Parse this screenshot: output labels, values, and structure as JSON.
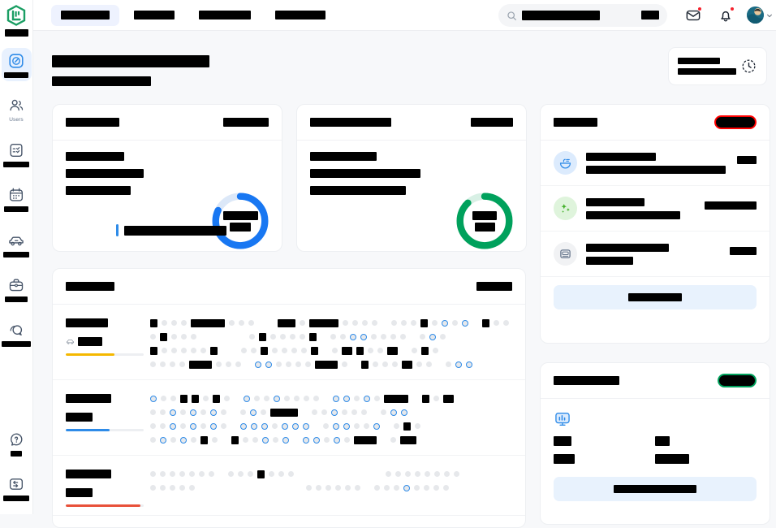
{
  "app": {
    "logo_name": "brand-hexagon-logo",
    "accent_blue": "#2E8BE8",
    "accent_green": "#00A15C",
    "alert_red": "#FF0000",
    "bg": "#F7F8FA"
  },
  "sidebar": {
    "brand_label_redacted": true,
    "items": [
      {
        "name": "dashboard",
        "icon": "compass-icon",
        "label": "",
        "redacted": true,
        "active": true
      },
      {
        "name": "users",
        "icon": "users-icon",
        "label": "Users",
        "redacted": false,
        "active": false
      },
      {
        "name": "tasks",
        "icon": "clipboard-icon",
        "label": "",
        "redacted": true,
        "active": false
      },
      {
        "name": "calendar",
        "icon": "calendar-icon",
        "label": "",
        "redacted": true,
        "active": false
      },
      {
        "name": "vehicles",
        "icon": "car-icon",
        "label": "",
        "redacted": true,
        "active": false
      },
      {
        "name": "cases",
        "icon": "briefcase-icon",
        "label": "",
        "redacted": true,
        "active": false
      },
      {
        "name": "messages",
        "icon": "chat-icon",
        "label": "",
        "redacted": true,
        "active": false
      }
    ],
    "bottom_items": [
      {
        "name": "help",
        "icon": "help-circle-icon",
        "label": "",
        "redacted": true
      },
      {
        "name": "collapse",
        "icon": "collapse-panel-icon",
        "label": "",
        "redacted": true
      }
    ]
  },
  "topbar": {
    "tabs": [
      {
        "name": "tab-1",
        "label": "",
        "redacted": true,
        "active": true,
        "w": 74
      },
      {
        "name": "tab-2",
        "label": "",
        "redacted": true,
        "active": false,
        "w": 50
      },
      {
        "name": "tab-3",
        "label": "",
        "redacted": true,
        "active": false,
        "w": 64
      },
      {
        "name": "tab-4",
        "label": "",
        "redacted": true,
        "active": false,
        "w": 62
      }
    ],
    "search": {
      "icon": "search-icon",
      "value_redacted": true,
      "value_w": 92,
      "shortcut_w": 22
    },
    "mail": {
      "icon": "mail-icon",
      "has_badge": true
    },
    "notifications": {
      "icon": "bell-icon",
      "has_badge": true
    },
    "avatar": {
      "icon": "avatar",
      "chevron": "chevron-down-icon"
    }
  },
  "page": {
    "title_w": 194,
    "subtitle_w": 122,
    "head_card": {
      "line1_w": 52,
      "line2_w": 72,
      "icon": "history-clock-icon"
    }
  },
  "card_a": {
    "title_w": 66,
    "action_w": 56,
    "lines": [
      72,
      96,
      80
    ],
    "donut": {
      "value_pct": 82,
      "color": "#1877F2",
      "track": "#DCE8F8",
      "label_w": 43,
      "sub_w": 26
    },
    "alert_w": 126,
    "alert_bar_color": "#2E8BE8"
  },
  "card_b": {
    "title_w": 100,
    "action_w": 52,
    "lines": [
      82,
      136,
      118
    ],
    "donut": {
      "value_pct": 88,
      "color": "#00A15C",
      "track": "#D8F0E5",
      "label_w": 30,
      "sub_w": 25
    }
  },
  "card_tasks": {
    "title_w": 54,
    "badge": {
      "style": "red-outline",
      "w": 48
    },
    "rows": [
      {
        "icon": "food-bowl-icon",
        "icon_bg": "#DCEBFD",
        "icon_color": "#2E8BE8",
        "line1_w": 86,
        "line2_w": 172,
        "amount_w": 24
      },
      {
        "icon": "sparkles-icon",
        "icon_bg": "#DFF4DC",
        "icon_color": "#43B02A",
        "line1_w": 72,
        "line2_w": 116,
        "amount_w": 64
      },
      {
        "icon": "card-terminal-icon",
        "icon_bg": "#F1F2F4",
        "icon_color": "#64748B",
        "line1_w": 102,
        "line2_w": 58,
        "amount_w": 33
      }
    ],
    "cta_w": 66
  },
  "card_report": {
    "title_w": 81,
    "badge": {
      "style": "green-solid",
      "w": 44
    },
    "icon": "monitor-chart-icon",
    "stats": [
      {
        "value_w": 22,
        "label_w": 26
      },
      {
        "value_w": 18,
        "label_w": 42
      }
    ],
    "cta_w": 102
  },
  "card_schedule": {
    "title_w": 60,
    "action_w": 44,
    "rows": [
      {
        "name_w": 52,
        "meta_icon": "car-icon",
        "meta_w": 30,
        "progress_pct": 62,
        "progress_color": "#F5B800",
        "lines": [
          [
            {
              "t": "k",
              "w": 9
            },
            {
              "t": "g",
              "n": 3
            },
            {
              "t": "k",
              "w": 42
            },
            {
              "t": "g",
              "n": 3
            },
            {
              "t": "sp",
              "n": 2
            },
            {
              "t": "k",
              "w": 22
            },
            {
              "t": "g",
              "n": 1
            },
            {
              "t": "k",
              "w": 36
            },
            {
              "t": "g",
              "n": 4
            },
            {
              "t": "sp",
              "n": 1
            },
            {
              "t": "g",
              "n": 3
            },
            {
              "t": "k",
              "w": 9
            },
            {
              "t": "g",
              "n": 1
            },
            {
              "t": "b",
              "n": 1
            },
            {
              "t": "g",
              "n": 1
            },
            {
              "t": "b",
              "n": 1
            },
            {
              "t": "sp",
              "n": 1
            },
            {
              "t": "k",
              "w": 9
            },
            {
              "t": "g",
              "n": 2
            }
          ],
          [
            {
              "t": "g",
              "n": 1
            },
            {
              "t": "k",
              "w": 9
            },
            {
              "t": "g",
              "n": 3
            },
            {
              "t": "sp",
              "n": 5
            },
            {
              "t": "g",
              "n": 1
            },
            {
              "t": "k",
              "w": 9
            },
            {
              "t": "g",
              "n": 4
            },
            {
              "t": "k",
              "w": 9
            },
            {
              "t": "sp",
              "n": 1
            },
            {
              "t": "g",
              "n": 2
            },
            {
              "t": "b",
              "n": 2
            },
            {
              "t": "g",
              "n": 4
            },
            {
              "t": "sp",
              "n": 1
            },
            {
              "t": "g",
              "n": 1
            },
            {
              "t": "b",
              "n": 1
            },
            {
              "t": "g",
              "n": 1
            }
          ],
          [
            {
              "t": "k",
              "w": 9
            },
            {
              "t": "g",
              "n": 5
            },
            {
              "t": "k",
              "w": 9
            },
            {
              "t": "sp",
              "n": 2
            },
            {
              "t": "g",
              "n": 2
            },
            {
              "t": "k",
              "w": 9
            },
            {
              "t": "g",
              "n": 4
            },
            {
              "t": "k",
              "w": 9
            },
            {
              "t": "sp",
              "n": 1
            },
            {
              "t": "g",
              "n": 1
            },
            {
              "t": "k",
              "w": 13
            },
            {
              "t": "k",
              "w": 9
            },
            {
              "t": "g",
              "n": 2
            },
            {
              "t": "k",
              "w": 13
            },
            {
              "t": "sp",
              "n": 1
            },
            {
              "t": "g",
              "n": 1
            },
            {
              "t": "k",
              "w": 9
            },
            {
              "t": "g",
              "n": 1
            }
          ],
          [
            {
              "t": "g",
              "n": 4
            },
            {
              "t": "k",
              "w": 28
            },
            {
              "t": "g",
              "n": 3
            },
            {
              "t": "sp",
              "n": 1
            },
            {
              "t": "b",
              "n": 2
            },
            {
              "t": "g",
              "n": 4
            },
            {
              "t": "k",
              "w": 28
            },
            {
              "t": "g",
              "n": 1
            },
            {
              "t": "sp",
              "n": 1
            },
            {
              "t": "k",
              "w": 9
            },
            {
              "t": "g",
              "n": 3
            },
            {
              "t": "k",
              "w": 13
            },
            {
              "t": "g",
              "n": 2
            },
            {
              "t": "sp",
              "n": 1
            },
            {
              "t": "g",
              "n": 1
            },
            {
              "t": "b",
              "n": 2
            }
          ]
        ]
      },
      {
        "name_w": 56,
        "meta_icon": "",
        "meta_w": 33,
        "progress_pct": 56,
        "progress_color": "#2E8BE8",
        "lines": [
          [
            {
              "t": "b",
              "n": 1
            },
            {
              "t": "g",
              "n": 2
            },
            {
              "t": "k",
              "w": 9
            },
            {
              "t": "k",
              "w": 9
            },
            {
              "t": "g",
              "n": 1
            },
            {
              "t": "k",
              "w": 9
            },
            {
              "t": "g",
              "n": 1
            },
            {
              "t": "sp",
              "n": 1
            },
            {
              "t": "b",
              "n": 1
            },
            {
              "t": "g",
              "n": 2
            },
            {
              "t": "b",
              "n": 1
            },
            {
              "t": "g",
              "n": 4
            },
            {
              "t": "sp",
              "n": 1
            },
            {
              "t": "b",
              "n": 1
            },
            {
              "t": "b",
              "n": 1
            },
            {
              "t": "g",
              "n": 1
            },
            {
              "t": "b",
              "n": 1
            },
            {
              "t": "g",
              "n": 1
            },
            {
              "t": "k",
              "w": 30
            },
            {
              "t": "sp",
              "n": 1
            },
            {
              "t": "k",
              "w": 9
            },
            {
              "t": "g",
              "n": 1
            },
            {
              "t": "k",
              "w": 13
            }
          ],
          [
            {
              "t": "g",
              "n": 2
            },
            {
              "t": "b",
              "n": 1
            },
            {
              "t": "g",
              "n": 1
            },
            {
              "t": "b",
              "n": 1
            },
            {
              "t": "g",
              "n": 1
            },
            {
              "t": "b",
              "n": 1
            },
            {
              "t": "g",
              "n": 1
            },
            {
              "t": "sp",
              "n": 1
            },
            {
              "t": "g",
              "n": 1
            },
            {
              "t": "b",
              "n": 1
            },
            {
              "t": "g",
              "n": 1
            },
            {
              "t": "k",
              "w": 34
            },
            {
              "t": "sp",
              "n": 1
            },
            {
              "t": "g",
              "n": 2
            },
            {
              "t": "b",
              "n": 1
            },
            {
              "t": "g",
              "n": 3
            },
            {
              "t": "sp",
              "n": 1
            },
            {
              "t": "g",
              "n": 1
            },
            {
              "t": "b",
              "n": 1
            },
            {
              "t": "b",
              "n": 1
            }
          ],
          [
            {
              "t": "g",
              "n": 2
            },
            {
              "t": "b",
              "n": 1
            },
            {
              "t": "g",
              "n": 1
            },
            {
              "t": "b",
              "n": 1
            },
            {
              "t": "g",
              "n": 1
            },
            {
              "t": "b",
              "n": 1
            },
            {
              "t": "g",
              "n": 1
            },
            {
              "t": "sp",
              "n": 1
            },
            {
              "t": "b",
              "n": 1
            },
            {
              "t": "b",
              "n": 1
            },
            {
              "t": "b",
              "n": 1
            },
            {
              "t": "g",
              "n": 1
            },
            {
              "t": "b",
              "n": 1
            },
            {
              "t": "b",
              "n": 1
            },
            {
              "t": "b",
              "n": 1
            },
            {
              "t": "sp",
              "n": 1
            },
            {
              "t": "g",
              "n": 1
            },
            {
              "t": "b",
              "n": 1
            },
            {
              "t": "b",
              "n": 1
            },
            {
              "t": "g",
              "n": 2
            },
            {
              "t": "b",
              "n": 1
            },
            {
              "t": "sp",
              "n": 1
            },
            {
              "t": "g",
              "n": 1
            },
            {
              "t": "k",
              "w": 9
            },
            {
              "t": "g",
              "n": 1
            }
          ],
          [
            {
              "t": "g",
              "n": 1
            },
            {
              "t": "b",
              "n": 1
            },
            {
              "t": "g",
              "n": 1
            },
            {
              "t": "b",
              "n": 1
            },
            {
              "t": "g",
              "n": 1
            },
            {
              "t": "k",
              "w": 9
            },
            {
              "t": "g",
              "n": 1
            },
            {
              "t": "sp",
              "n": 1
            },
            {
              "t": "k",
              "w": 9
            },
            {
              "t": "g",
              "n": 2
            },
            {
              "t": "b",
              "n": 1
            },
            {
              "t": "g",
              "n": 1
            },
            {
              "t": "b",
              "n": 1
            },
            {
              "t": "sp",
              "n": 1
            },
            {
              "t": "b",
              "n": 1
            },
            {
              "t": "b",
              "n": 1
            },
            {
              "t": "g",
              "n": 1
            },
            {
              "t": "b",
              "n": 1
            },
            {
              "t": "g",
              "n": 1
            },
            {
              "t": "k",
              "w": 28
            },
            {
              "t": "sp",
              "n": 1
            },
            {
              "t": "g",
              "n": 1
            },
            {
              "t": "k",
              "w": 20
            }
          ]
        ]
      },
      {
        "name_w": 56,
        "meta_icon": "",
        "meta_w": 33,
        "progress_pct": 96,
        "progress_color": "#E8513A",
        "lines": [
          [
            {
              "t": "g",
              "n": 7
            },
            {
              "t": "sp",
              "n": 1
            },
            {
              "t": "g",
              "n": 3
            },
            {
              "t": "k",
              "w": 9
            },
            {
              "t": "g",
              "n": 3
            },
            {
              "t": "sp",
              "n": 9
            },
            {
              "t": "g",
              "n": 8
            }
          ],
          [
            {
              "t": "g",
              "n": 5
            },
            {
              "t": "sp",
              "n": 11
            },
            {
              "t": "g",
              "n": 6
            },
            {
              "t": "sp",
              "n": 1
            },
            {
              "t": "g",
              "n": 3
            },
            {
              "t": "b",
              "n": 1
            },
            {
              "t": "g",
              "n": 4
            }
          ]
        ]
      }
    ]
  }
}
